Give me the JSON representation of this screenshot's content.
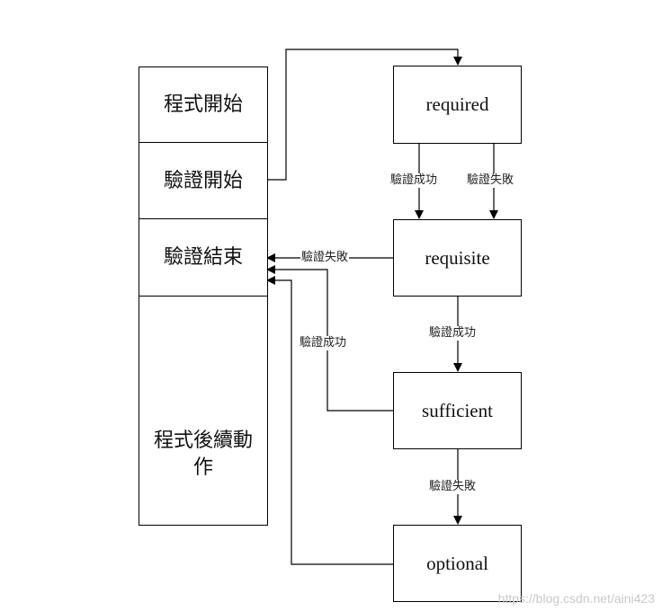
{
  "left_column": {
    "program_start": "程式開始",
    "auth_start": "驗證開始",
    "auth_end": "驗證結束",
    "program_followup_line1": "程式後續動",
    "program_followup_line2": "作"
  },
  "flags": {
    "required": "required",
    "requisite": "requisite",
    "sufficient": "sufficient",
    "optional": "optional"
  },
  "edge_labels": {
    "required_success": "驗證成功",
    "required_failure": "驗證失敗",
    "requisite_failure": "驗證失敗",
    "requisite_success": "驗證成功",
    "sufficient_success": "驗證成功",
    "sufficient_failure": "驗證失敗"
  },
  "watermark": "https://blog.csdn.net/aini423"
}
